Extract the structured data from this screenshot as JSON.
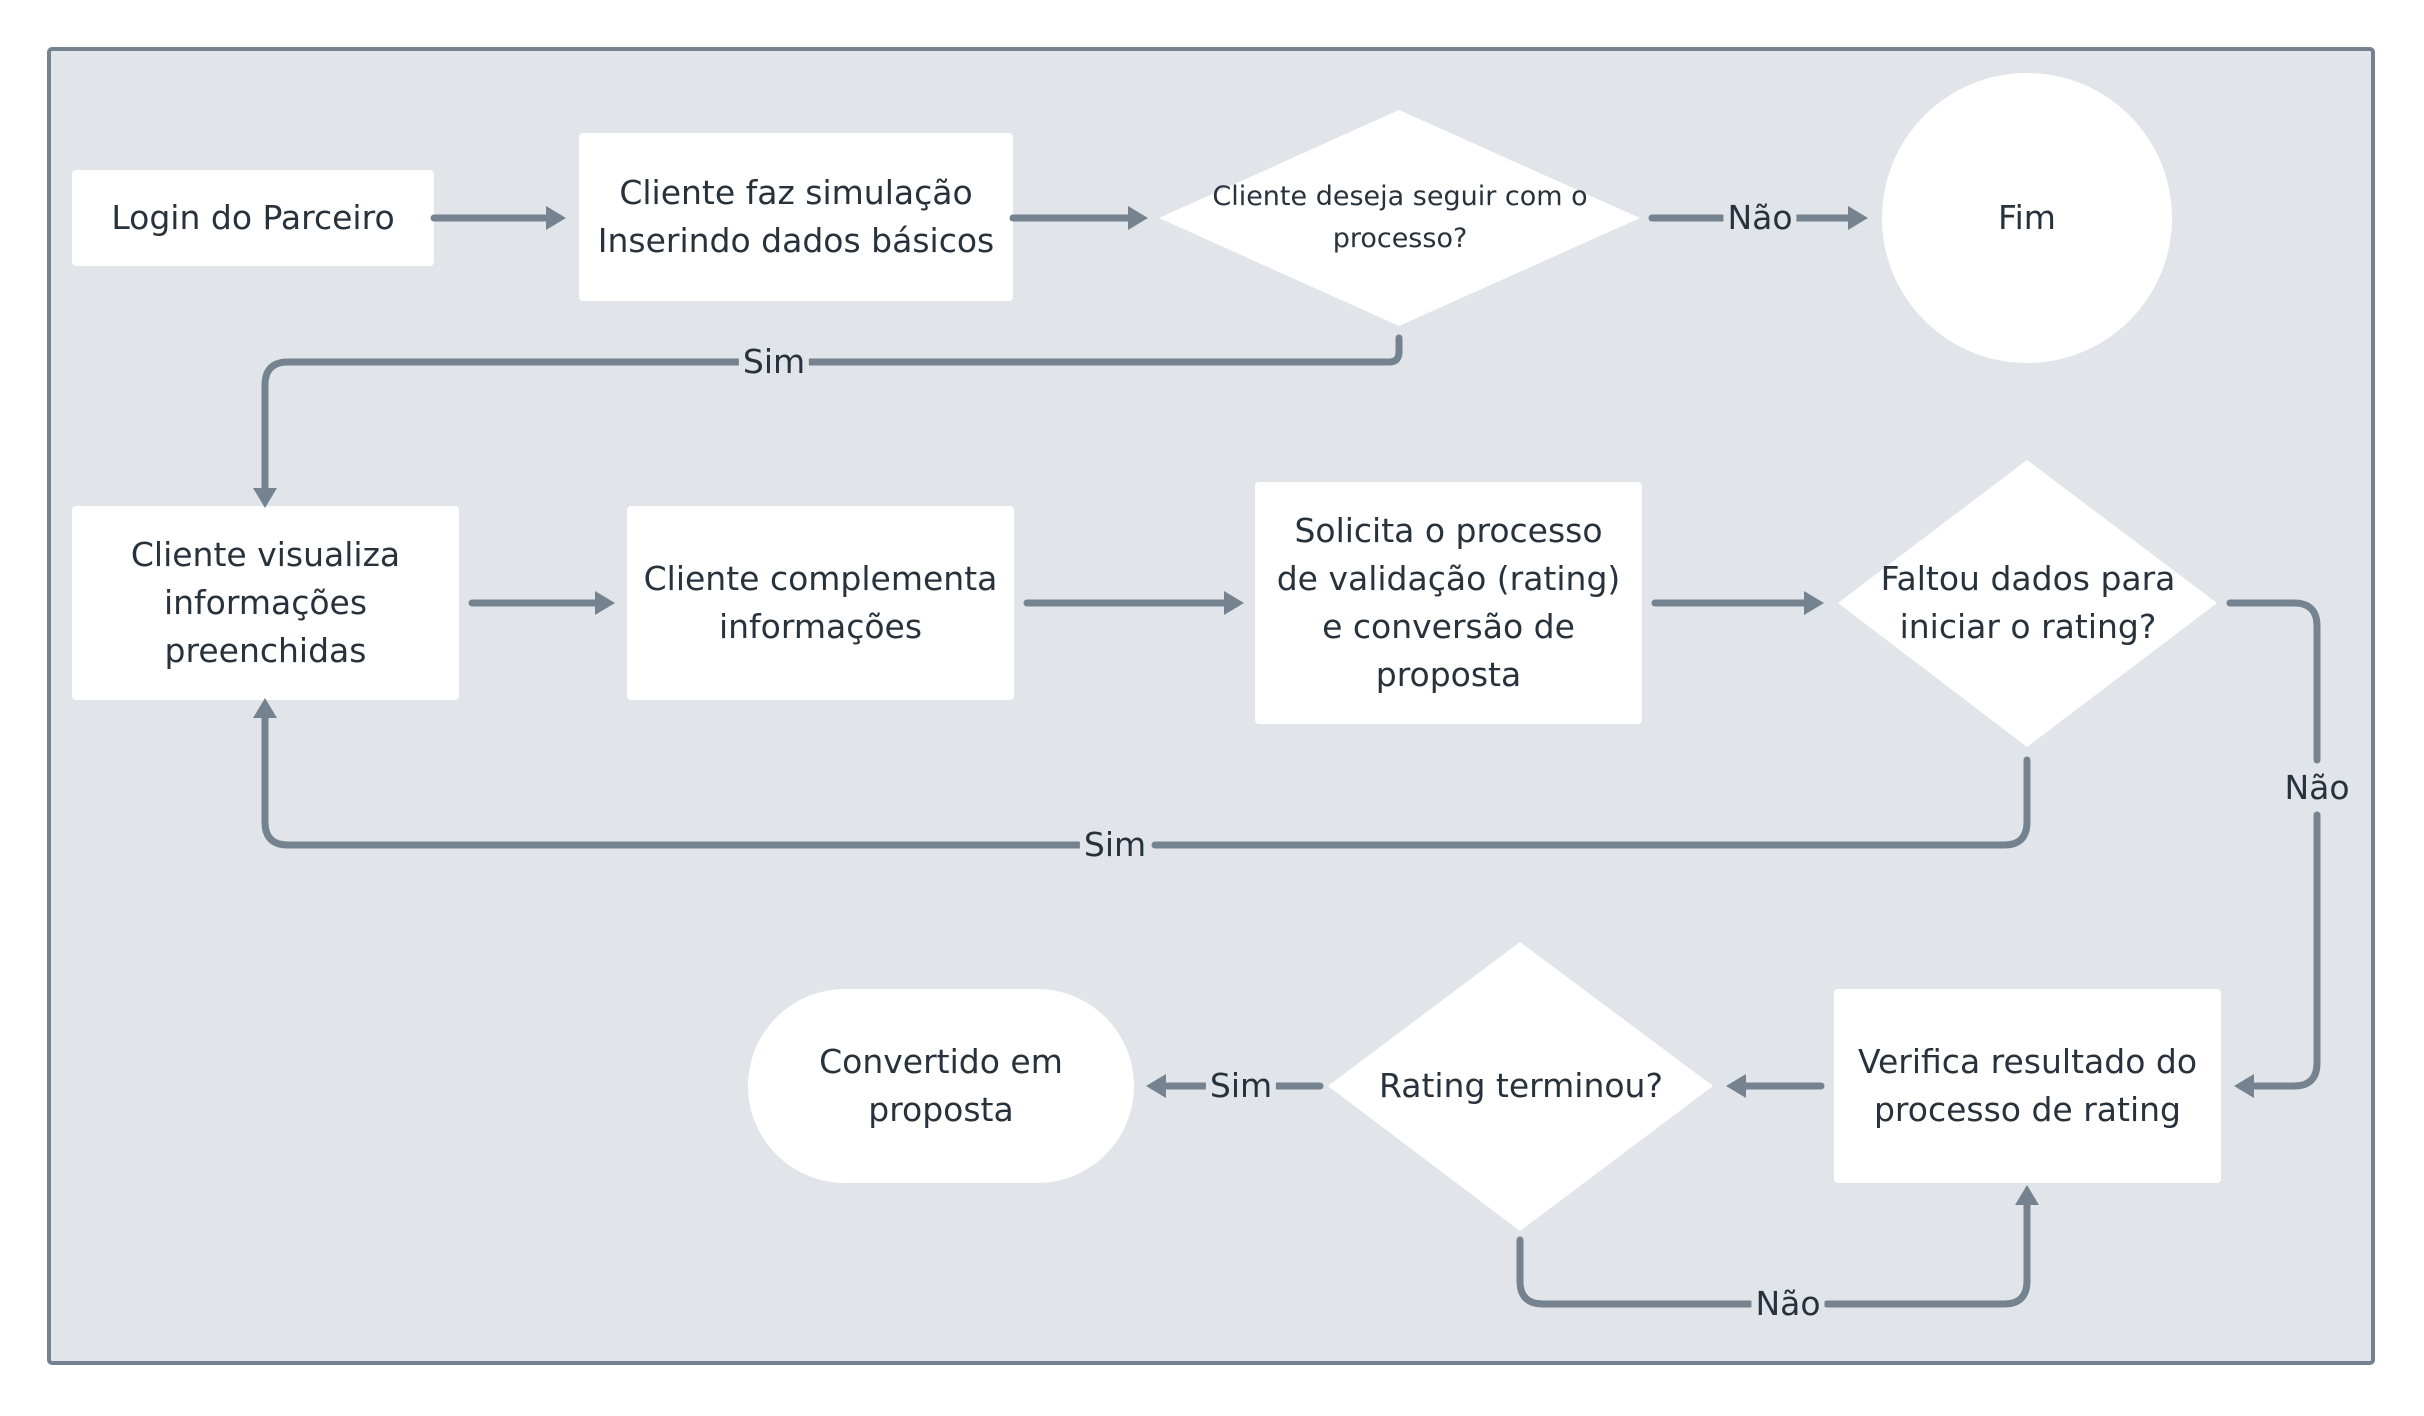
{
  "colors": {
    "panel_bg": "#e1e5e9",
    "panel_border": "#758391",
    "node_fill": "#ffffff",
    "connector": "#758391",
    "text": "#27323d"
  },
  "nodes": {
    "login": "Login do Parceiro",
    "simulacao": "Cliente faz simulação\nInserindo dados básicos",
    "decisao_seguir": "Cliente deseja seguir com o\nprocesso?",
    "fim": "Fim",
    "visualiza": "Cliente visualiza\ninformações\npreenchidas",
    "complementa": "Cliente complementa\ninformações",
    "solicita": "Solicita o processo\nde validação (rating)\ne conversão de\nproposta",
    "decisao_faltou": "Faltou dados para\niniciar o rating?",
    "verifica": "Verifica resultado do\nprocesso de rating",
    "decisao_rating": "Rating terminou?",
    "convertido": "Convertido em\nproposta"
  },
  "edge_labels": {
    "seguir_nao": "Não",
    "seguir_sim": "Sim",
    "faltou_sim": "Sim",
    "faltou_nao": "Não",
    "rating_sim": "Sim",
    "rating_nao": "Não"
  }
}
